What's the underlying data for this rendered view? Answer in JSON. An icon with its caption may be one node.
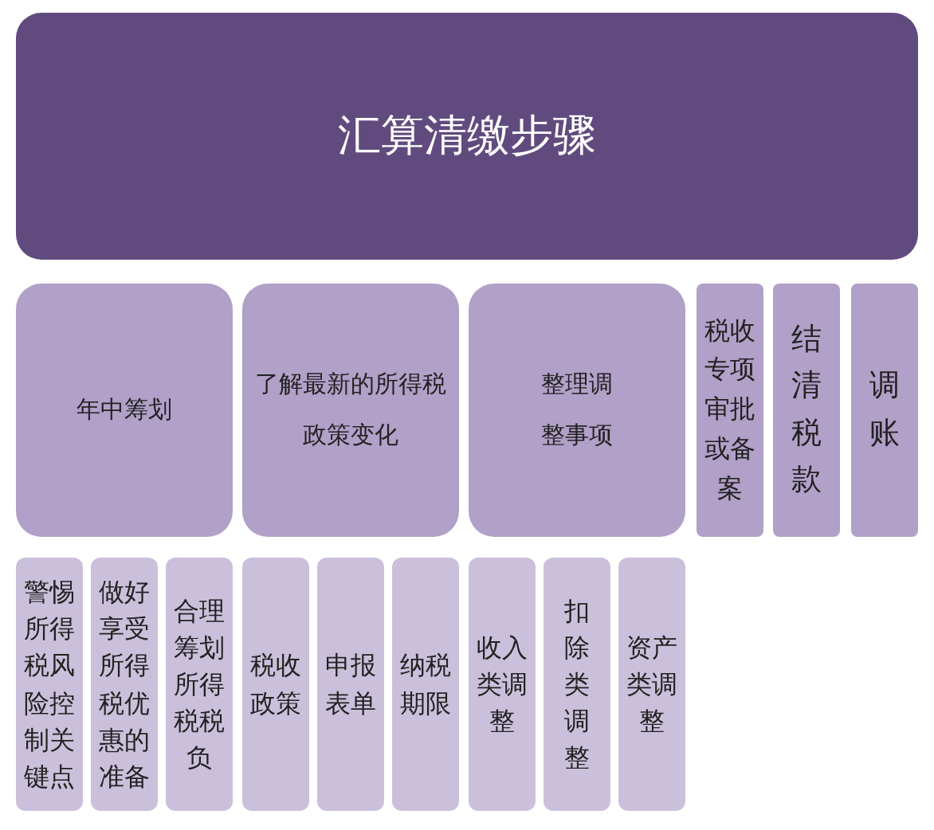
{
  "diagram": {
    "nodes": [
      {
        "text": [
          "汇算清缴步骤"
        ]
      },
      {
        "text": [
          "年中筹划"
        ]
      },
      {
        "text": [
          "了解最新的所得税政策变化"
        ]
      },
      {
        "text": [
          "整理调整事项"
        ]
      },
      {
        "text": [
          "税收专项审批或备案"
        ]
      },
      {
        "text": [
          "结清税款"
        ]
      },
      {
        "text": [
          "调账"
        ]
      },
      {
        "text": [
          "警惕所得税风险控制关键点"
        ]
      },
      {
        "text": [
          "做好享受所得税优惠的准备"
        ]
      },
      {
        "text": [
          "合理筹划所得税税负"
        ]
      },
      {
        "text": [
          "税收政策"
        ]
      },
      {
        "text": [
          "申报表单"
        ]
      },
      {
        "text": [
          "纳税期限"
        ]
      },
      {
        "text": [
          "收入类调整"
        ]
      },
      {
        "text": [
          "扣除类调整"
        ]
      },
      {
        "text": [
          "资产类调整"
        ]
      }
    ]
  }
}
